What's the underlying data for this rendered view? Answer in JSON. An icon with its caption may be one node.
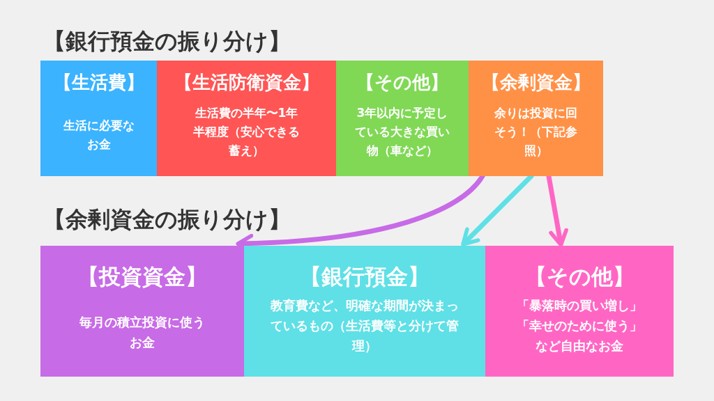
{
  "diagram": {
    "title": "【銀行預金の振り分け】",
    "nodes": [
      {
        "text": [
          "【生活費】",
          "生活に必要なお金"
        ]
      },
      {
        "text": [
          "【生活防衛資金】",
          "生活費の半年〜1年半程度（安心できる蓄え）"
        ]
      },
      {
        "text": [
          "【その他】",
          "3年以内に予定している大きな買い物（車など）"
        ]
      },
      {
        "text": [
          "【余剰資金】",
          "余りは投資に回そう！（下記参照）"
        ]
      },
      {
        "text": [
          "【投資資金】",
          "毎月の積立投資に使うお金"
        ]
      },
      {
        "text": [
          "【銀行預金】",
          "教育費など、明確な期間が決まっているもの（生活費等と分けて管理）"
        ]
      },
      {
        "text": [
          "【その他】",
          "「暴落時の買い増し」「幸せのために使う」など自由なお金"
        ]
      }
    ],
    "edges": [
      {
        "from": 3,
        "to": 4,
        "arrow": "to",
        "color": "#c76be6"
      },
      {
        "from": 3,
        "to": 5,
        "arrow": "to",
        "color": "#5ee0e6"
      },
      {
        "from": 3,
        "to": 6,
        "arrow": "to",
        "color": "#ff66c4"
      }
    ],
    "labels": [
      "【余剰資金の振り分け】"
    ]
  }
}
